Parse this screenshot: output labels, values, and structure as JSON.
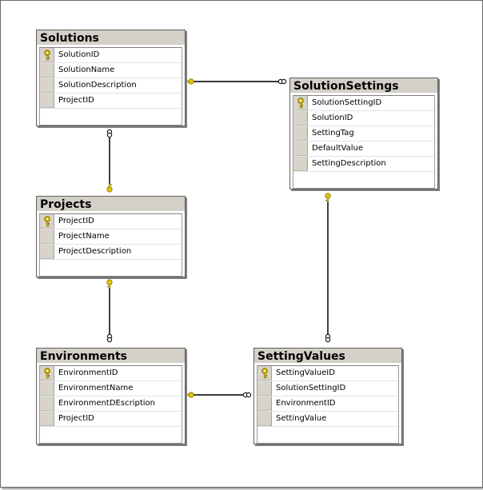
{
  "tables": {
    "solutions": {
      "title": "Solutions",
      "columns": [
        {
          "name": "SolutionID",
          "pk": true
        },
        {
          "name": "SolutionName",
          "pk": false
        },
        {
          "name": "SolutionDescription",
          "pk": false
        },
        {
          "name": "ProjectID",
          "pk": false
        }
      ]
    },
    "solutionsettings": {
      "title": "SolutionSettings",
      "columns": [
        {
          "name": "SolutionSettingID",
          "pk": true
        },
        {
          "name": "SolutionID",
          "pk": false
        },
        {
          "name": "SettingTag",
          "pk": false
        },
        {
          "name": "DefaultValue",
          "pk": false
        },
        {
          "name": "SettingDescription",
          "pk": false
        }
      ]
    },
    "projects": {
      "title": "Projects",
      "columns": [
        {
          "name": "ProjectID",
          "pk": true
        },
        {
          "name": "ProjectName",
          "pk": false
        },
        {
          "name": "ProjectDescription",
          "pk": false
        }
      ]
    },
    "environments": {
      "title": "Environments",
      "columns": [
        {
          "name": "EnvironmentID",
          "pk": true
        },
        {
          "name": "EnvironmentName",
          "pk": false
        },
        {
          "name": "EnvironmentDEscription",
          "pk": false
        },
        {
          "name": "ProjectID",
          "pk": false
        }
      ]
    },
    "settingvalues": {
      "title": "SettingValues",
      "columns": [
        {
          "name": "SettingValueID",
          "pk": true
        },
        {
          "name": "SolutionSettingID",
          "pk": false
        },
        {
          "name": "EnvironmentID",
          "pk": false
        },
        {
          "name": "SettingValue",
          "pk": false
        }
      ]
    }
  },
  "relationships": [
    {
      "one": "solutions",
      "many": "solutionsettings"
    },
    {
      "one": "projects",
      "many": "solutions"
    },
    {
      "one": "projects",
      "many": "environments"
    },
    {
      "one": "solutionsettings",
      "many": "settingvalues"
    },
    {
      "one": "environments",
      "many": "settingvalues"
    }
  ],
  "colors": {
    "key": "#e8c800",
    "key_outline": "#7a6a00",
    "connector": "#1a1a1a",
    "titlebar": "#d4d0c8"
  }
}
